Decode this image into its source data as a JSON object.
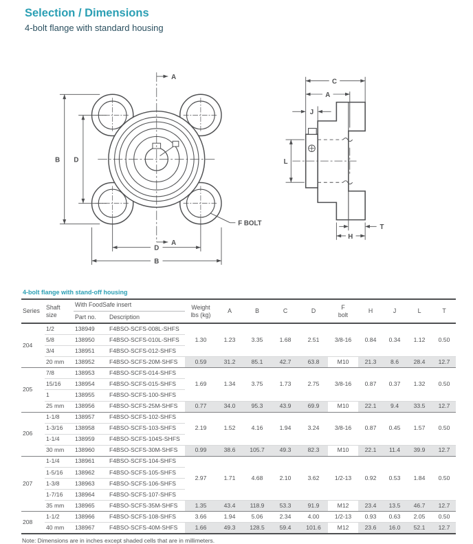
{
  "page": {
    "title": "Selection / Dimensions",
    "subtitle": "4-bolt flange with standard housing",
    "table_title": "4-bolt flange with stand-off housing",
    "note": "Note: Dimensions are in inches except shaded cells that are in millimeters."
  },
  "colors": {
    "accent_teal": "#2b9fb4",
    "heading_dark": "#2a4f5f",
    "text_gray": "#4f5052",
    "shaded_cell": "#e3e4e5",
    "rule_dark": "#4d4e50",
    "rule_group": "#7e7f82",
    "rule_light": "#d8d9da",
    "drawing_stroke": "#4e4f51"
  },
  "diagrams": {
    "front": {
      "section_top": "A",
      "section_bottom": "A",
      "dim_height": "B",
      "dim_bolt_v": "D",
      "dim_bolt_h": "D",
      "dim_width": "B",
      "bolt_callout": "F BOLT"
    },
    "side": {
      "dim_c": "C",
      "dim_a": "A",
      "dim_j": "J",
      "dim_l": "L",
      "dim_h": "H",
      "dim_t": "T"
    }
  },
  "table": {
    "headers": {
      "series": "Series",
      "shaft": "Shaft\nsize",
      "foodsafe_group": "With FoodSafe insert",
      "part": "Part no.",
      "description": "Description",
      "weight": "Weight\nlbs (kg)",
      "a": "A",
      "b": "B",
      "c": "C",
      "d": "D",
      "f_bolt": "F\nbolt",
      "h": "H",
      "j": "J",
      "l": "L",
      "t": "T"
    },
    "groups": [
      {
        "series": "204",
        "inch_vals": [
          "1.30",
          "1.23",
          "3.35",
          "1.68",
          "2.51",
          "3/8-16",
          "0.84",
          "0.34",
          "1.12",
          "0.50"
        ],
        "rows": [
          {
            "shaft": "1/2",
            "part": "138949",
            "desc": "F4BSO-SCFS-008L-SHFS"
          },
          {
            "shaft": "5/8",
            "part": "138950",
            "desc": "F4BSO-SCFS-010L-SHFS"
          },
          {
            "shaft": "3/4",
            "part": "138951",
            "desc": "F4BSO-SCFS-012-SHFS"
          },
          {
            "shaft": "20 mm",
            "part": "138952",
            "desc": "F4BSO-SCFS-20M-SHFS",
            "metric": true,
            "vals": [
              "0.59",
              "31.2",
              "85.1",
              "42.7",
              "63.8",
              "M10",
              "21.3",
              "8.6",
              "28.4",
              "12.7"
            ]
          }
        ]
      },
      {
        "series": "205",
        "inch_vals": [
          "1.69",
          "1.34",
          "3.75",
          "1.73",
          "2.75",
          "3/8-16",
          "0.87",
          "0.37",
          "1.32",
          "0.50"
        ],
        "rows": [
          {
            "shaft": "7/8",
            "part": "138953",
            "desc": "F4BSO-SCFS-014-SHFS"
          },
          {
            "shaft": "15/16",
            "part": "138954",
            "desc": "F4BSO-SCFS-015-SHFS"
          },
          {
            "shaft": "1",
            "part": "138955",
            "desc": "F4BSO-SCFS-100-SHFS"
          },
          {
            "shaft": "25 mm",
            "part": "138956",
            "desc": "F4BSO-SCFS-25M-SHFS",
            "metric": true,
            "vals": [
              "0.77",
              "34.0",
              "95.3",
              "43.9",
              "69.9",
              "M10",
              "22.1",
              "9.4",
              "33.5",
              "12.7"
            ]
          }
        ]
      },
      {
        "series": "206",
        "inch_vals": [
          "2.19",
          "1.52",
          "4.16",
          "1.94",
          "3.24",
          "3/8-16",
          "0.87",
          "0.45",
          "1.57",
          "0.50"
        ],
        "rows": [
          {
            "shaft": "1-1/8",
            "part": "138957",
            "desc": "F4BSO-SCFS-102-SHFS"
          },
          {
            "shaft": "1-3/16",
            "part": "138958",
            "desc": "F4BSO-SCFS-103-SHFS"
          },
          {
            "shaft": "1-1/4",
            "part": "138959",
            "desc": "F4BSO-SCFS-104S-SHFS"
          },
          {
            "shaft": "30 mm",
            "part": "138960",
            "desc": "F4BSO-SCFS-30M-SHFS",
            "metric": true,
            "vals": [
              "0.99",
              "38.6",
              "105.7",
              "49.3",
              "82.3",
              "M10",
              "22.1",
              "11.4",
              "39.9",
              "12.7"
            ]
          }
        ]
      },
      {
        "series": "207",
        "inch_vals": [
          "2.97",
          "1.71",
          "4.68",
          "2.10",
          "3.62",
          "1/2-13",
          "0.92",
          "0.53",
          "1.84",
          "0.50"
        ],
        "rows": [
          {
            "shaft": "1-1/4",
            "part": "138961",
            "desc": "F4BSO-SCFS-104-SHFS"
          },
          {
            "shaft": "1-5/16",
            "part": "138962",
            "desc": "F4BSO-SCFS-105-SHFS"
          },
          {
            "shaft": "1-3/8",
            "part": "138963",
            "desc": "F4BSO-SCFS-106-SHFS"
          },
          {
            "shaft": "1-7/16",
            "part": "138964",
            "desc": "F4BSO-SCFS-107-SHFS"
          },
          {
            "shaft": "35 mm",
            "part": "138965",
            "desc": "F4BSO-SCFS-35M-SHFS",
            "metric": true,
            "vals": [
              "1.35",
              "43.4",
              "118.9",
              "53.3",
              "91.9",
              "M12",
              "23.4",
              "13.5",
              "46.7",
              "12.7"
            ]
          }
        ]
      },
      {
        "series": "208",
        "inch_vals": [
          "3.66",
          "1.94",
          "5.06",
          "2.34",
          "4.00",
          "1/2-13",
          "0.93",
          "0.63",
          "2.05",
          "0.50"
        ],
        "rows": [
          {
            "shaft": "1-1/2",
            "part": "138966",
            "desc": "F4BSO-SCFS-108-SHFS"
          },
          {
            "shaft": "40 mm",
            "part": "138967",
            "desc": "F4BSO-SCFS-40M-SHFS",
            "metric": true,
            "vals": [
              "1.66",
              "49.3",
              "128.5",
              "59.4",
              "101.6",
              "M12",
              "23.6",
              "16.0",
              "52.1",
              "12.7"
            ]
          }
        ]
      }
    ]
  }
}
